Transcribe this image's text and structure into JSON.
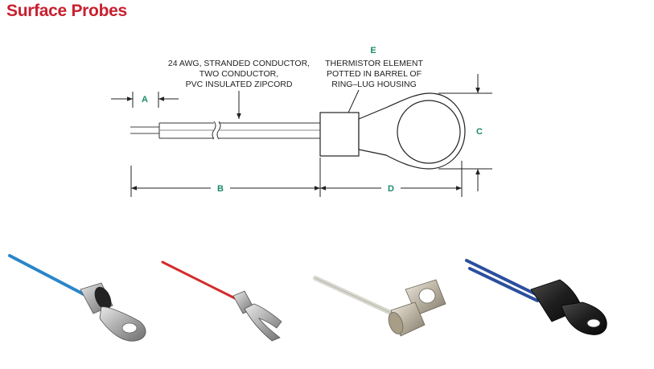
{
  "page": {
    "title": "Surface Probes",
    "title_color": "#c8202f",
    "accent_color": "#1a8a6a"
  },
  "diagram": {
    "wire_label": [
      "24 AWG, STRANDED CONDUCTOR,",
      "TWO CONDUCTOR,",
      "PVC INSULATED ZIPCORD"
    ],
    "element_label": [
      "THERMISTOR ELEMENT",
      "POTTED IN BARREL OF",
      "RING–LUG HOUSING"
    ],
    "dims": {
      "a": "A",
      "b": "B",
      "c": "C",
      "d": "D",
      "e": "E"
    }
  },
  "photos": [
    {
      "name": "blue-wire-ring-lug-probe",
      "wire_color": "#2a86c8"
    },
    {
      "name": "red-wire-spade-probe",
      "wire_color": "#d42a2a"
    },
    {
      "name": "white-wire-bracket-probe",
      "wire_color": "#d8d8d0"
    },
    {
      "name": "blue-wire-black-ring-probe",
      "wire_color": "#2b4f9e"
    }
  ]
}
